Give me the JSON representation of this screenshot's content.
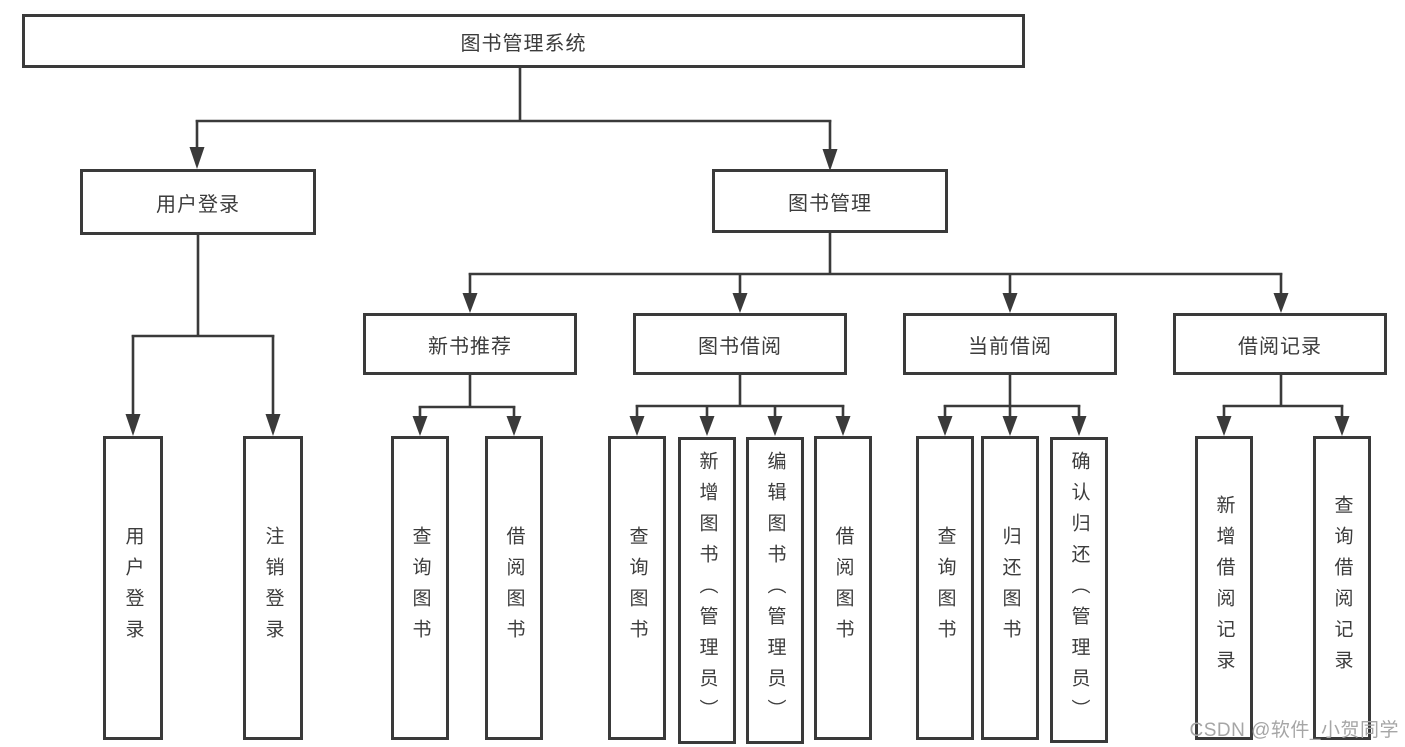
{
  "diagram_title": "图书管理系统",
  "tree": {
    "root": {
      "label": "图书管理系统"
    },
    "branches": [
      {
        "label": "用户登录",
        "leaves": [
          {
            "label": "用户登录"
          },
          {
            "label": "注销登录"
          }
        ]
      },
      {
        "label": "图书管理",
        "groups": [
          {
            "label": "新书推荐",
            "leaves": [
              {
                "label": "查询图书"
              },
              {
                "label": "借阅图书"
              }
            ]
          },
          {
            "label": "图书借阅",
            "leaves": [
              {
                "label": "查询图书"
              },
              {
                "label": "新增图书（管理员）"
              },
              {
                "label": "编辑图书（管理员）"
              },
              {
                "label": "借阅图书"
              }
            ]
          },
          {
            "label": "当前借阅",
            "leaves": [
              {
                "label": "查询图书"
              },
              {
                "label": "归还图书"
              },
              {
                "label": "确认归还（管理员）"
              }
            ]
          },
          {
            "label": "借阅记录",
            "leaves": [
              {
                "label": "新增借阅记录"
              },
              {
                "label": "查询借阅记录"
              }
            ]
          }
        ]
      }
    ]
  },
  "watermark": "CSDN @软件_小贺同学",
  "colors": {
    "line": "#3a3a3a",
    "text": "#3c3c3c",
    "background": "#ffffff",
    "watermark": "#a6a6a6"
  }
}
